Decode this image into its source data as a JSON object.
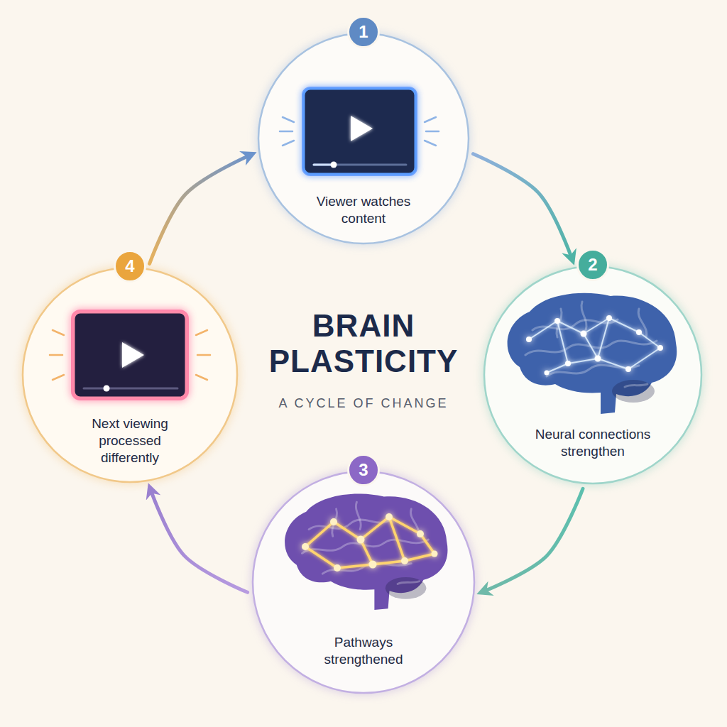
{
  "diagram": {
    "title": "BRAIN PLASTICITY",
    "caption": "A CYCLE OF CHANGE",
    "nodes": [
      {
        "text": [
          "1",
          "Viewer watches content"
        ]
      },
      {
        "text": [
          "2",
          "Neural connections strengthen"
        ]
      },
      {
        "text": [
          "3",
          "Pathways strengthened"
        ]
      },
      {
        "text": [
          "4",
          "Next viewing processed differently"
        ]
      }
    ],
    "edges": [
      {
        "from": 0,
        "to": 1,
        "arrow": "to"
      },
      {
        "from": 1,
        "to": 2,
        "arrow": "to"
      },
      {
        "from": 2,
        "to": 3,
        "arrow": "to"
      },
      {
        "from": 3,
        "to": 0,
        "arrow": "to"
      }
    ]
  }
}
